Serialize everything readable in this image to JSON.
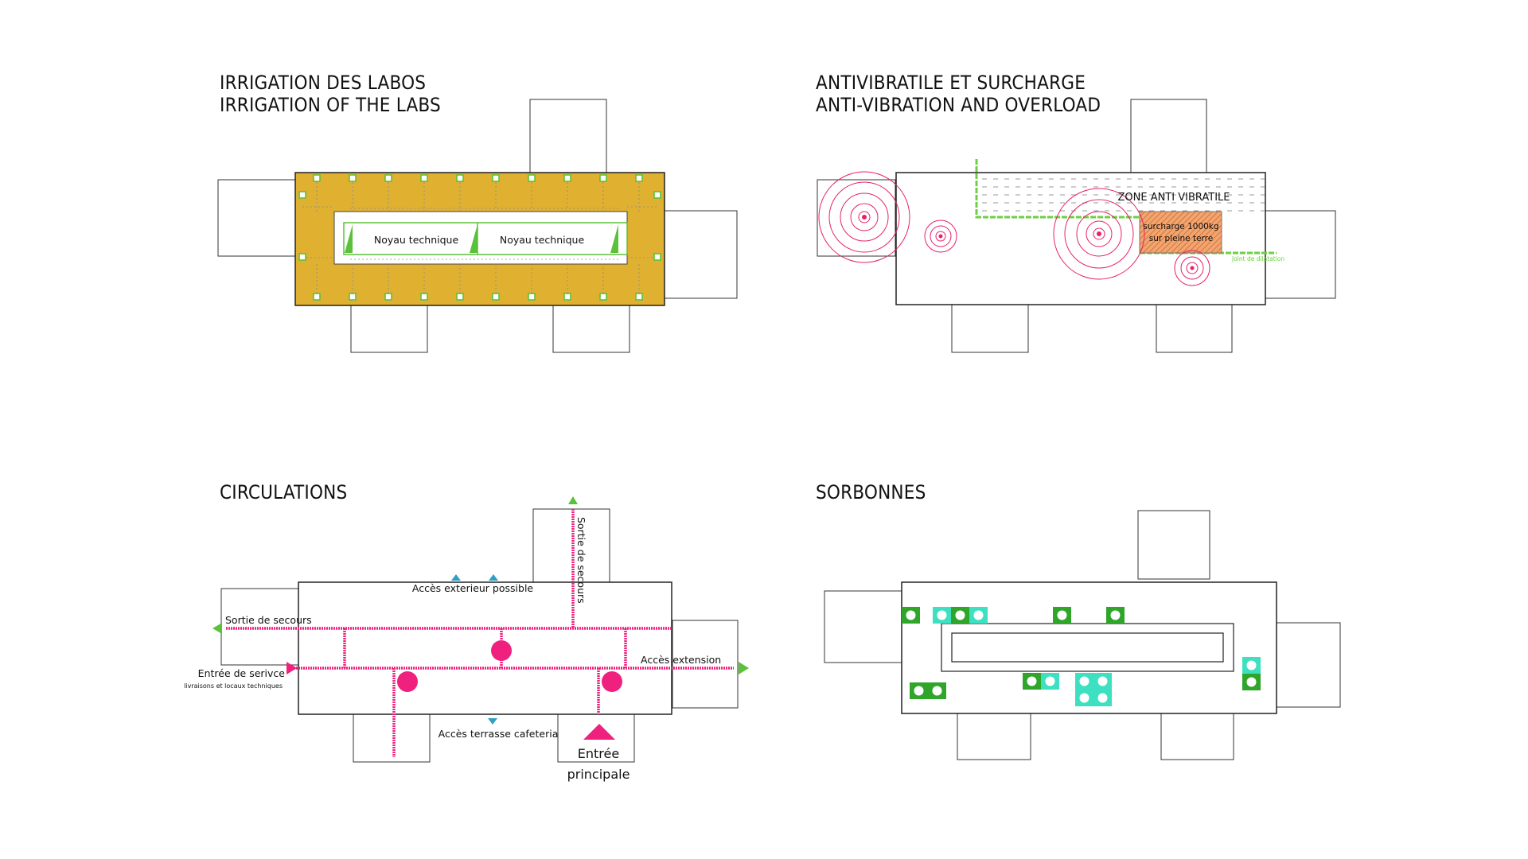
{
  "panels": {
    "irrigation": {
      "title_fr": "IRRIGATION DES LABOS",
      "title_en": "IRRIGATION OF THE LABS",
      "core_label_1": "Noyau technique",
      "core_label_2": "Noyau technique",
      "colors": {
        "floor": "#e0b030",
        "marker": "#5cc13a"
      }
    },
    "antivibration": {
      "title_fr": "ANTIVIBRATILE ET SURCHARGE",
      "title_en": "ANTI-VIBRATION AND OVERLOAD",
      "zone_label": "ZONE ANTI VIBRATILE",
      "overload_line1": "surcharge 1000kg",
      "overload_line2": "sur pleine terre",
      "joint_label": "Joint de dilatation",
      "colors": {
        "rings": "#e8206a",
        "joint": "#6cd040",
        "overload": "#e07a40"
      }
    },
    "circulations": {
      "title": "CIRCULATIONS",
      "exterior_access": "Accès exterieur possible",
      "emergency_exit_top": "Sortie de secours",
      "emergency_exit_left": "Sortie de secours",
      "extension_access": "Accès extension",
      "service_entry": "Entrée de serivce",
      "service_entry_sub": "livraisons et locaux techniques",
      "terrace_access": "Accès terrasse cafeteria",
      "main_entry_line1": "Entrée",
      "main_entry_line2": "principale",
      "colors": {
        "path": "#f0207f",
        "green_arrow": "#5cc13a",
        "blue_arrow": "#2f9fc4"
      }
    },
    "sorbonnes": {
      "title": "SORBONNES",
      "colors": {
        "dark_green": "#2fa52a",
        "cyan": "#3de0c0"
      }
    }
  }
}
